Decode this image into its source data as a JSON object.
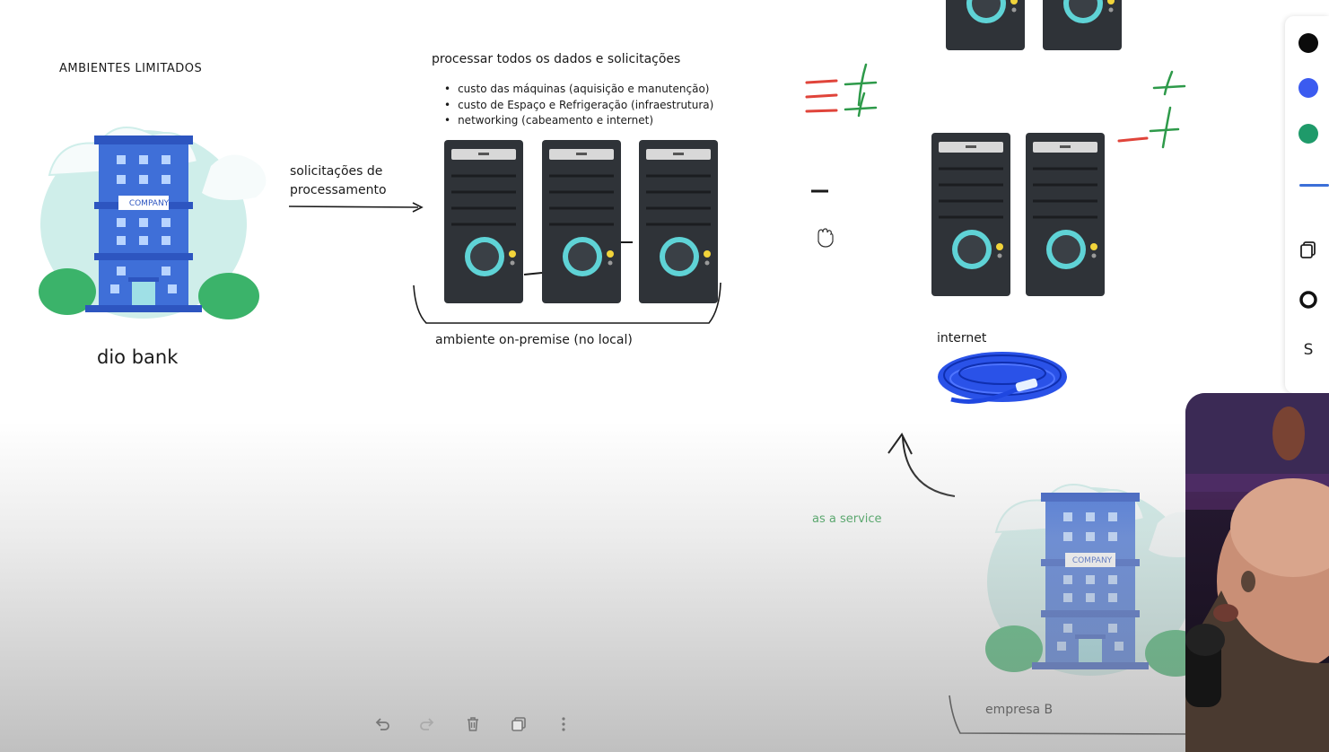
{
  "whiteboard": {
    "section_title": "AMBIENTES LIMITADOS",
    "company_name": "dio bank",
    "request_label": "solicitações de processamento",
    "process_title": "processar todos os dados e solicitações",
    "cost_items": [
      "custo das máquinas (aquisição e manutenção)",
      "custo de Espaço e Refrigeração (infraestrutura)",
      "networking (cabeamento e internet)"
    ],
    "onprem_label": "ambiente on-premise (no local)",
    "internet_label": "internet",
    "service_label": "as a service",
    "company_b_label": "empresa B",
    "building_sign": "COMPANY"
  },
  "toolbar": {
    "colors": [
      "#0b0b0b",
      "#3b5bf0",
      "#1f9a6a"
    ],
    "stroke_color": "#3b6fd8",
    "text_tool_label": "S",
    "icons": [
      "color-black",
      "color-blue",
      "color-green",
      "stroke-width",
      "copy-icon",
      "circle-icon",
      "text-tool"
    ]
  },
  "bottom_toolbar": {
    "icons": [
      "undo-icon",
      "redo-icon",
      "trash-icon",
      "duplicate-icon",
      "more-icon"
    ]
  },
  "colors": {
    "server_body": "#2f3338",
    "server_ring": "#5fd3d6",
    "server_led": "#f2d43a",
    "building": "#3f6fd8",
    "green_mark": "#2e9a4a",
    "red_mark": "#e0443a",
    "cable": "#1f47e0"
  }
}
